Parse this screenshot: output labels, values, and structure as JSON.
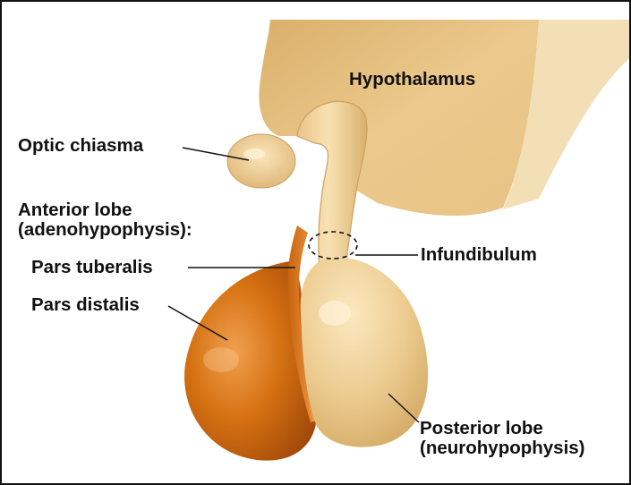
{
  "labels": {
    "hypothalamus": "Hypothalamus",
    "optic_chiasma": "Optic chiasma",
    "anterior_lobe": [
      "Anterior lobe",
      "(adenohypophysis):"
    ],
    "pars_tuberalis": "Pars tuberalis",
    "pars_distalis": "Pars distalis",
    "infundibulum": "Infundibulum",
    "posterior_lobe": [
      "Posterior lobe",
      "(neurohypophysis)"
    ]
  },
  "colors": {
    "neural_tissue": "#e3bd7c",
    "neural_tissue_light": "#f7dfac",
    "anterior_lobe": "#d5700f",
    "anterior_lobe_dark": "#a8480a",
    "text": "#111111"
  }
}
